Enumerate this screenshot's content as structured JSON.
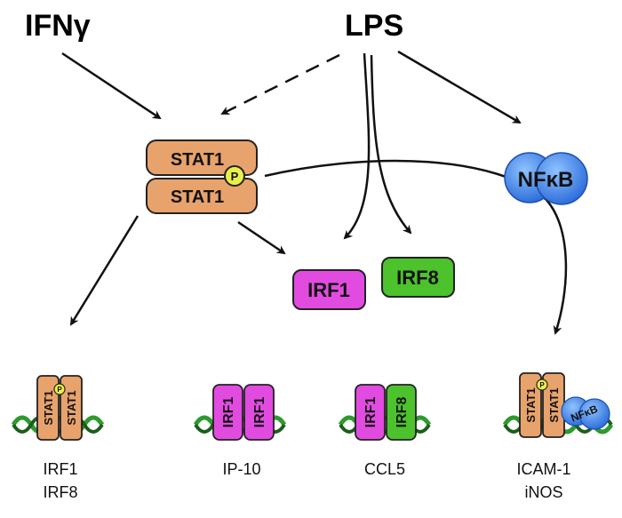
{
  "inputs": {
    "ifn": "IFNγ",
    "lps": "LPS"
  },
  "nodes": {
    "stat1_top": "STAT1",
    "stat1_bottom": "STAT1",
    "phospho": "P",
    "nfkb": "NFκB",
    "irf1": "IRF1",
    "irf8": "IRF8"
  },
  "promoters": [
    {
      "proteins": [
        "STAT1",
        "STAT1"
      ],
      "genes": [
        "IRF1",
        "IRF8"
      ]
    },
    {
      "proteins": [
        "IRF1",
        "IRF1"
      ],
      "genes": [
        "IP-10"
      ]
    },
    {
      "proteins": [
        "IRF1",
        "IRF8"
      ],
      "genes": [
        "CCL5"
      ]
    },
    {
      "proteins": [
        "STAT1",
        "STAT1",
        "NFκB"
      ],
      "genes": [
        "ICAM-1",
        "iNOS"
      ]
    }
  ],
  "colors": {
    "stat1": "#E8A26C",
    "irf1": "#E24BE0",
    "irf8": "#4CC22D",
    "nfkb": "#3B7FE8",
    "phospho": "#E8F04A",
    "dna": "#2E9A2E",
    "dna_dark": "#1B5E1B",
    "arrow": "#111111"
  }
}
